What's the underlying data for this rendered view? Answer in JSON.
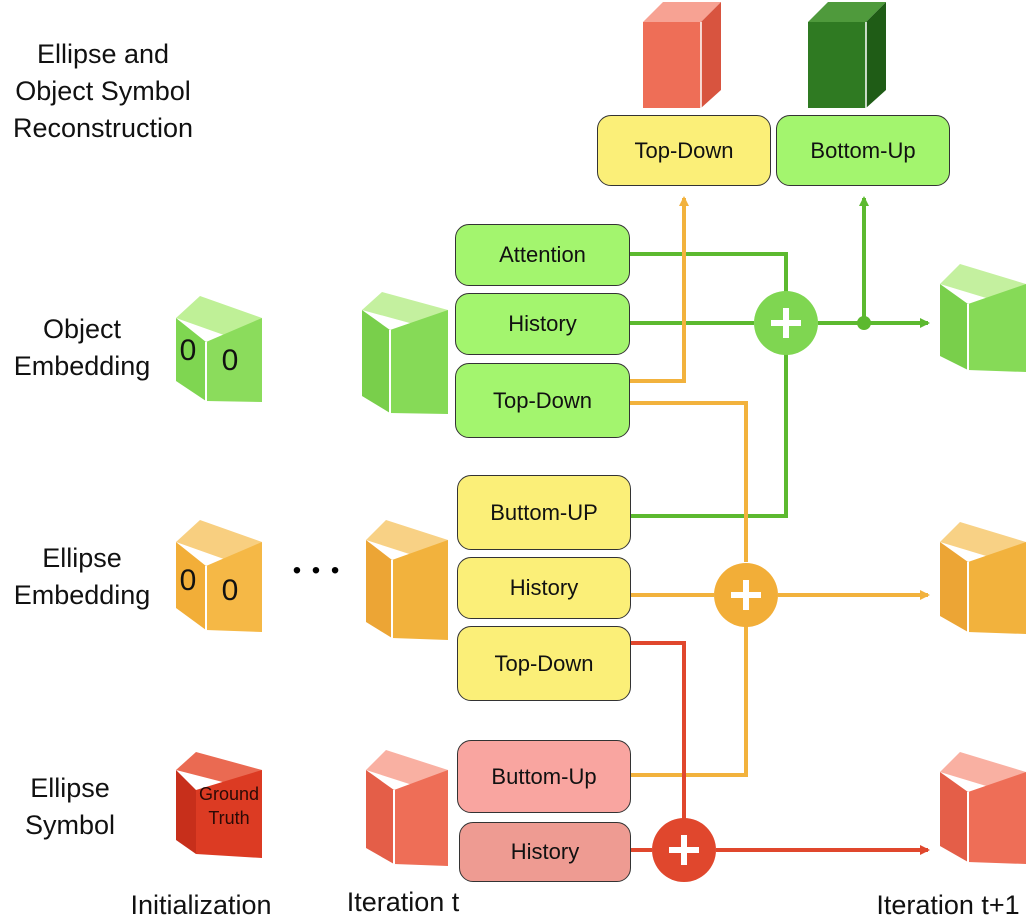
{
  "row_labels": {
    "reconstruction": [
      "Ellipse and",
      "Object Symbol",
      "Reconstruction"
    ],
    "object_embedding": [
      "Object",
      "Embedding"
    ],
    "ellipse_embedding": [
      "Ellipse",
      "Embedding"
    ],
    "ellipse_symbol": [
      "Ellipse",
      "Symbol"
    ]
  },
  "column_labels": {
    "initialization": "Initialization",
    "iteration_t": "Iteration t",
    "iteration_t1": "Iteration t+1"
  },
  "init_values": {
    "object_front": "0",
    "object_side": "0",
    "ellipse_front": "0",
    "ellipse_side": "0",
    "ground_truth": [
      "Ground",
      "Truth"
    ]
  },
  "ellipsis": "• • •",
  "top_boxes": {
    "top_down": "Top-Down",
    "bottom_up": "Bottom-Up"
  },
  "object_modules": {
    "attention": "Attention",
    "history": "History",
    "top_down": "Top-Down"
  },
  "ellipse_modules": {
    "bottom_up": "Buttom-UP",
    "history": "History",
    "top_down": "Top-Down"
  },
  "symbol_modules": {
    "bottom_up": "Buttom-Up",
    "history": "History"
  },
  "colors": {
    "green_line": "#5cb92f",
    "orange_line": "#f2b23d",
    "red_line": "#e0472d",
    "cube_salmon": "#ee6e57",
    "cube_dark_green": "#2f7a22",
    "cube_green": "#7fd651",
    "cube_orange": "#f2ae38",
    "cube_red": "#dc3b23"
  }
}
